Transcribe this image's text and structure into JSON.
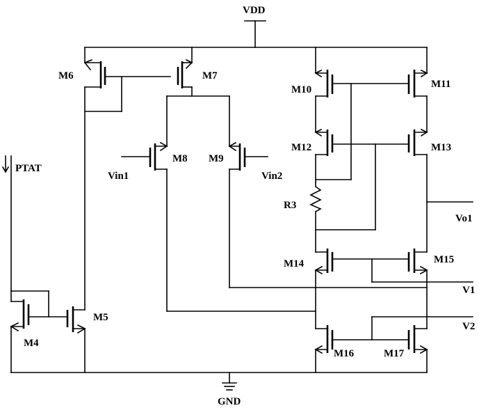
{
  "labels": {
    "vdd": "VDD",
    "gnd": "GND",
    "ptat": "PTAT",
    "vin1": "Vin1",
    "vin2": "Vin2",
    "vo1": "Vo1",
    "v1": "V1",
    "v2": "V2",
    "r3": "R3",
    "m4": "M4",
    "m5": "M5",
    "m6": "M6",
    "m7": "M7",
    "m8": "M8",
    "m9": "M9",
    "m10": "M10",
    "m11": "M11",
    "m12": "M12",
    "m13": "M13",
    "m14": "M14",
    "m15": "M15",
    "m16": "M16",
    "m17": "M17"
  }
}
